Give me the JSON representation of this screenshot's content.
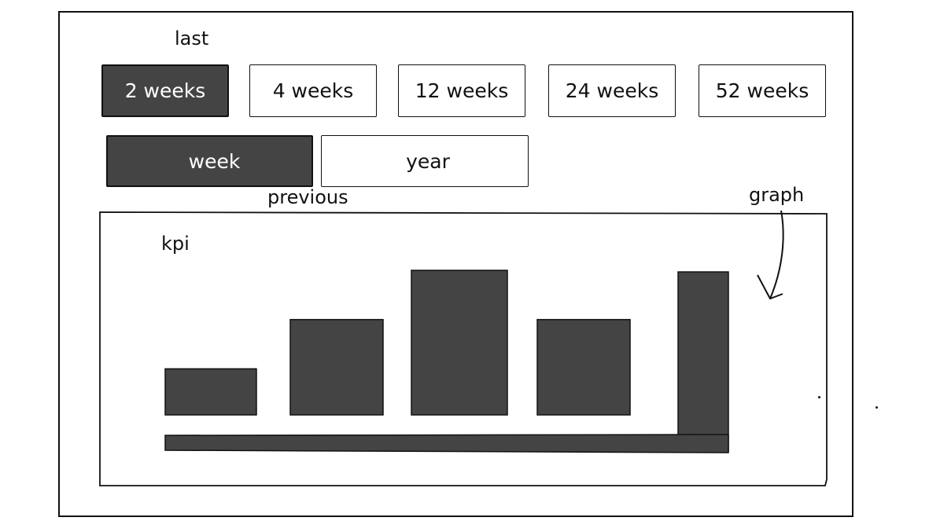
{
  "period": {
    "caption": "last",
    "options": [
      {
        "label": "2 weeks",
        "selected": true
      },
      {
        "label": "4 weeks",
        "selected": false
      },
      {
        "label": "12 weeks",
        "selected": false
      },
      {
        "label": "24 weeks",
        "selected": false
      },
      {
        "label": "52 weeks",
        "selected": false
      }
    ]
  },
  "comparison": {
    "caption": "previous",
    "options": [
      {
        "label": "week",
        "selected": true
      },
      {
        "label": "year",
        "selected": false
      }
    ]
  },
  "graph": {
    "title": "kpi",
    "callout": "graph",
    "bar_color": "#444444"
  },
  "chart_data": {
    "type": "bar",
    "categories": [
      "",
      "",
      "",
      "",
      ""
    ],
    "values": [
      1,
      2,
      3,
      2,
      3
    ],
    "title": "kpi",
    "xlabel": "",
    "ylabel": "",
    "ylim": [
      0,
      3
    ],
    "grid": false,
    "legend": "none"
  }
}
